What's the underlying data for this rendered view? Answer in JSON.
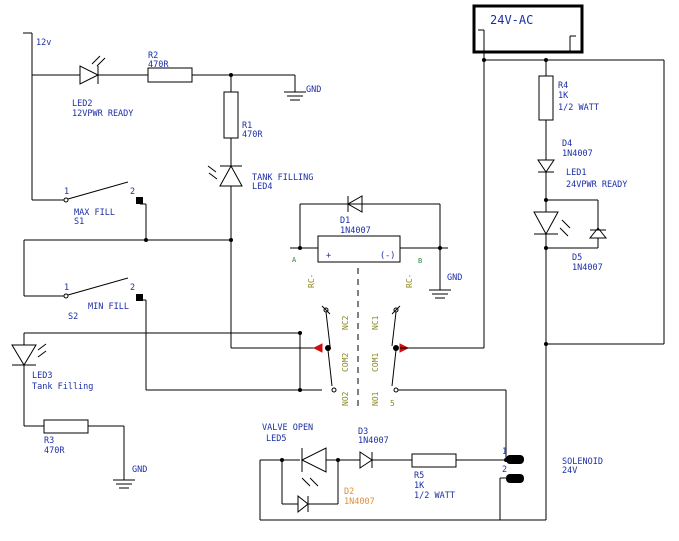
{
  "labels": {
    "v12": "12v",
    "ac_source": "24V-AC",
    "r2_name": "R2",
    "r2_value": "470R",
    "led2_name": "LED2",
    "led2_desc": "12VPWR READY",
    "gnd1": "GND",
    "r1_name": "R1",
    "r1_value": "470R",
    "tank_filling_top": "TANK FILLING",
    "led4_name": "LED4",
    "s1_pin1": "1",
    "s1_pin2": "2",
    "s1_label": "MAX FILL",
    "s1_name": "S1",
    "d1_name": "D1",
    "d1_part": "1N4007",
    "relay_minus": "(-)",
    "relay_plus": "+",
    "rc_minus_left": "RC-",
    "rc_minus_right": "RC-",
    "rc_pin_b": "B",
    "rc_pin_a": "A",
    "gnd2": "GND",
    "s2_pin1": "1",
    "s2_pin2": "2",
    "s2_label": "MIN FILL",
    "s2_name": "S2",
    "nc2": "NC2",
    "nc1": "NC1",
    "com2": "COM2",
    "com1": "COM1",
    "no2": "NO2",
    "no1": "NO1",
    "no1_pin": "5",
    "led3_name": "LED3",
    "led3_desc": "Tank Filling",
    "r3_name": "R3",
    "r3_value": "470R",
    "gnd3": "GND",
    "r4_name": "R4",
    "r4_value": "1K",
    "r4_watt": "1/2 WATT",
    "d4_name": "D4",
    "d4_part": "1N4007",
    "led1_name": "LED1",
    "led1_desc": "24VPWR READY",
    "d5_name": "D5",
    "d5_part": "1N4007",
    "valve_open": "VALVE OPEN",
    "led5_name": "LED5",
    "d3_name": "D3",
    "d3_part": "1N4007",
    "d2_name": "D2",
    "d2_part": "1N4007",
    "r5_name": "R5",
    "r5_value": "1K",
    "r5_watt": "1/2 WATT",
    "sol_pin1": "1",
    "sol_pin2": "2",
    "solenoid": "SOLENOID",
    "solenoid_v": "24V"
  },
  "colors": {
    "wire": "#000000",
    "label": "#1c2fa6",
    "relay_contact_label": "#8a8a22",
    "d2_label": "#e0903a",
    "relay_coil_pin": "#2c8a3a",
    "relay_arrow": "#d01010"
  }
}
